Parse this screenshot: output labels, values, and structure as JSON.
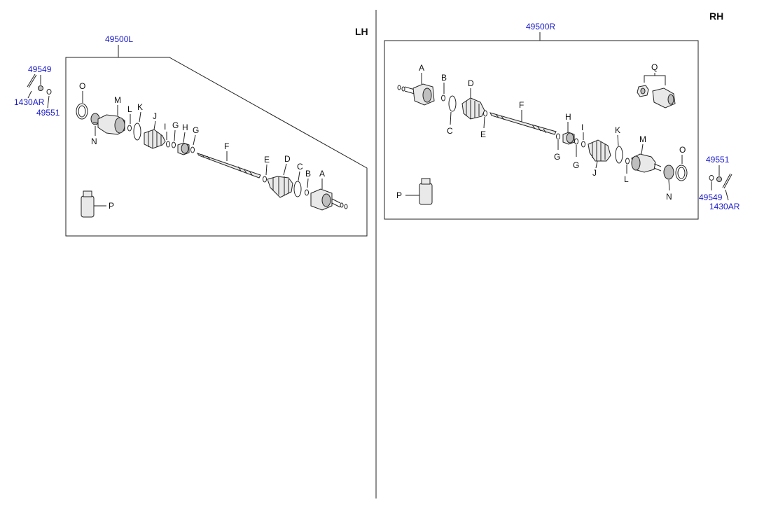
{
  "sides": {
    "left": "LH",
    "right": "RH"
  },
  "assemblies": {
    "left": "49500L",
    "right": "49500R"
  },
  "hardware": {
    "bolt": "1430AR",
    "nut": "49549",
    "washer": "49551"
  },
  "parts": {
    "A": "A",
    "B": "B",
    "C": "C",
    "D": "D",
    "E": "E",
    "F": "F",
    "G": "G",
    "H": "H",
    "I": "I",
    "J": "J",
    "K": "K",
    "L": "L",
    "M": "M",
    "N": "N",
    "O": "O",
    "P": "P",
    "Q": "Q"
  },
  "colors": {
    "part_number": "#1a1acc",
    "line": "#222222"
  }
}
